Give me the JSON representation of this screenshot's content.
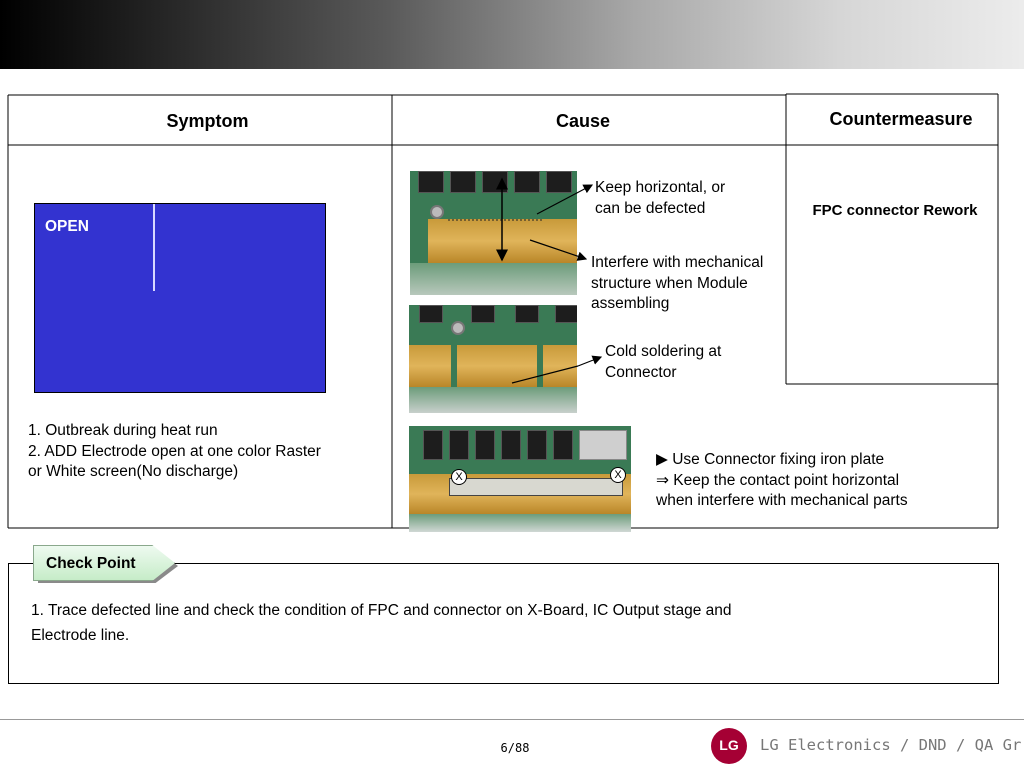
{
  "headers": {
    "symptom": "Symptom",
    "cause": "Cause",
    "countermeasure": "Countermeasure"
  },
  "symptom": {
    "screen_label": "OPEN",
    "lines": "1. Outbreak during heat run\n2. ADD Electrode open at one color Raster\n    or White screen(No discharge)"
  },
  "cause": {
    "callout_horizontal": "Keep horizontal, or\ncan be defected",
    "callout_interfere": "Interfere with mechanical\nstructure when Module\nassembling",
    "callout_cold": "Cold soldering at\nConnector",
    "remedy": "▶ Use Connector fixing iron plate\n⇒ Keep the contact point horizontal\n    when interfere with mechanical parts",
    "marker": "X"
  },
  "countermeasure": {
    "text": "FPC connector Rework"
  },
  "checkpoint": {
    "label": "Check Point",
    "text": "1. Trace defected line and check the condition of FPC and connector on X-Board, IC Output stage and\n    Electrode line."
  },
  "footer": {
    "page": "6/88",
    "company": "LG Electronics / DND / QA Gr.",
    "logo_letters": "LG"
  },
  "colors": {
    "screen_blue": "#3333d0",
    "logo_red": "#a50034",
    "tab_green": "#c6ecc8"
  }
}
